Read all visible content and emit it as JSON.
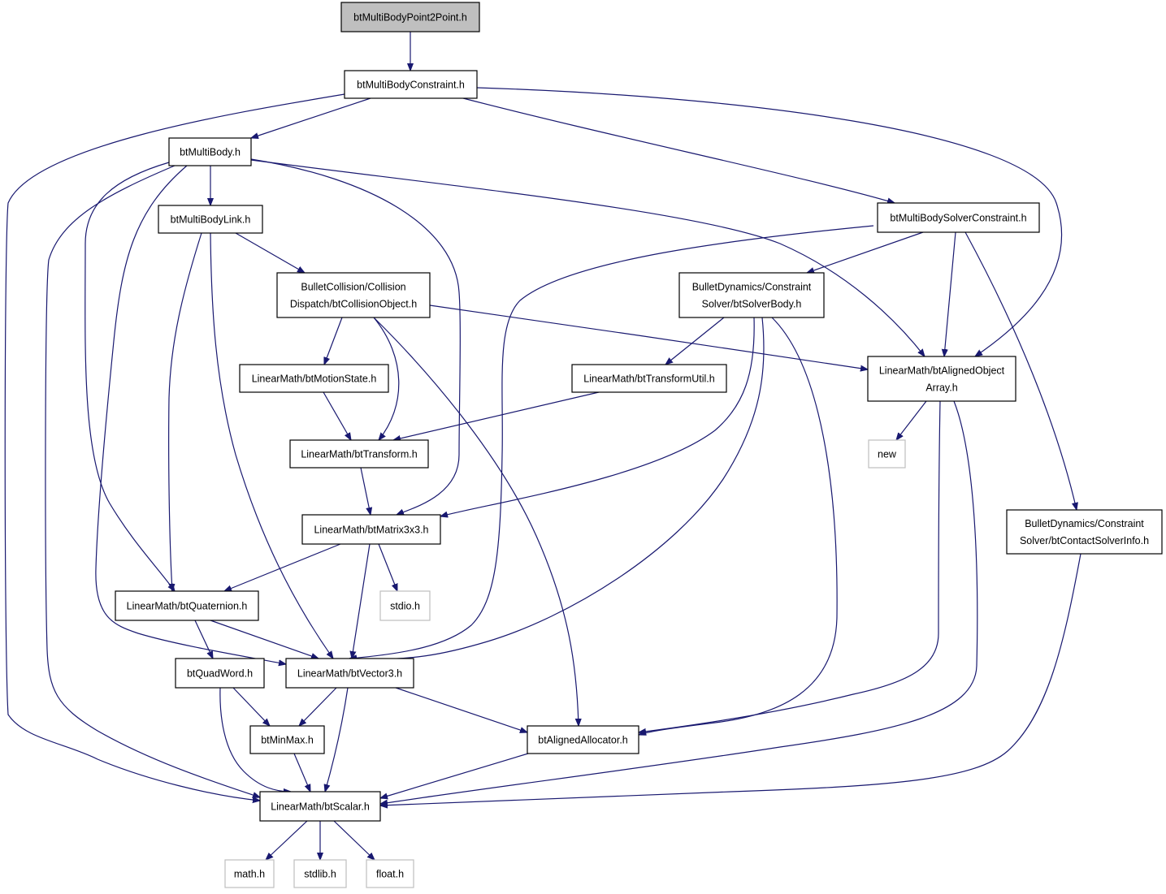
{
  "diagram": {
    "nodes": [
      {
        "id": "root",
        "lines": [
          "btMultiBodyPoint2Point.h"
        ],
        "kind": "root"
      },
      {
        "id": "constraint",
        "lines": [
          "btMultiBodyConstraint.h"
        ],
        "kind": "normal"
      },
      {
        "id": "multibody",
        "lines": [
          "btMultiBody.h"
        ],
        "kind": "normal"
      },
      {
        "id": "solverconstraint",
        "lines": [
          "btMultiBodySolverConstraint.h"
        ],
        "kind": "normal"
      },
      {
        "id": "link",
        "lines": [
          "btMultiBodyLink.h"
        ],
        "kind": "normal"
      },
      {
        "id": "collisionobject",
        "lines": [
          "BulletCollision/Collision",
          "Dispatch/btCollisionObject.h"
        ],
        "kind": "normal"
      },
      {
        "id": "solverbody",
        "lines": [
          "BulletDynamics/Constraint",
          "Solver/btSolverBody.h"
        ],
        "kind": "normal"
      },
      {
        "id": "alignedarray",
        "lines": [
          "LinearMath/btAlignedObject",
          "Array.h"
        ],
        "kind": "normal"
      },
      {
        "id": "motionstate",
        "lines": [
          "LinearMath/btMotionState.h"
        ],
        "kind": "normal"
      },
      {
        "id": "transformutil",
        "lines": [
          "LinearMath/btTransformUtil.h"
        ],
        "kind": "normal"
      },
      {
        "id": "new",
        "lines": [
          "new"
        ],
        "kind": "ext"
      },
      {
        "id": "transform",
        "lines": [
          "LinearMath/btTransform.h"
        ],
        "kind": "normal"
      },
      {
        "id": "contactsolverinfo",
        "lines": [
          "BulletDynamics/Constraint",
          "Solver/btContactSolverInfo.h"
        ],
        "kind": "normal"
      },
      {
        "id": "matrix3x3",
        "lines": [
          "LinearMath/btMatrix3x3.h"
        ],
        "kind": "normal"
      },
      {
        "id": "quaternion",
        "lines": [
          "LinearMath/btQuaternion.h"
        ],
        "kind": "normal"
      },
      {
        "id": "stdio",
        "lines": [
          "stdio.h"
        ],
        "kind": "ext"
      },
      {
        "id": "quadword",
        "lines": [
          "btQuadWord.h"
        ],
        "kind": "normal"
      },
      {
        "id": "vector3",
        "lines": [
          "LinearMath/btVector3.h"
        ],
        "kind": "normal"
      },
      {
        "id": "minmax",
        "lines": [
          "btMinMax.h"
        ],
        "kind": "normal"
      },
      {
        "id": "alignedallocator",
        "lines": [
          "btAlignedAllocator.h"
        ],
        "kind": "normal"
      },
      {
        "id": "scalar",
        "lines": [
          "LinearMath/btScalar.h"
        ],
        "kind": "normal"
      },
      {
        "id": "math",
        "lines": [
          "math.h"
        ],
        "kind": "ext"
      },
      {
        "id": "stdlib",
        "lines": [
          "stdlib.h"
        ],
        "kind": "ext"
      },
      {
        "id": "float",
        "lines": [
          "float.h"
        ],
        "kind": "ext"
      }
    ],
    "edges": [
      {
        "from": "root",
        "to": "constraint"
      },
      {
        "from": "constraint",
        "to": "multibody"
      },
      {
        "from": "constraint",
        "to": "solverconstraint"
      },
      {
        "from": "constraint",
        "to": "alignedarray"
      },
      {
        "from": "constraint",
        "to": "scalar"
      },
      {
        "from": "multibody",
        "to": "link"
      },
      {
        "from": "multibody",
        "to": "alignedarray"
      },
      {
        "from": "multibody",
        "to": "matrix3x3"
      },
      {
        "from": "multibody",
        "to": "quaternion"
      },
      {
        "from": "multibody",
        "to": "vector3"
      },
      {
        "from": "multibody",
        "to": "scalar"
      },
      {
        "from": "link",
        "to": "collisionobject"
      },
      {
        "from": "link",
        "to": "quaternion"
      },
      {
        "from": "link",
        "to": "vector3"
      },
      {
        "from": "solverconstraint",
        "to": "solverbody"
      },
      {
        "from": "solverconstraint",
        "to": "alignedarray"
      },
      {
        "from": "solverconstraint",
        "to": "contactsolverinfo"
      },
      {
        "from": "solverconstraint",
        "to": "vector3"
      },
      {
        "from": "collisionobject",
        "to": "motionstate"
      },
      {
        "from": "collisionobject",
        "to": "transform"
      },
      {
        "from": "collisionobject",
        "to": "alignedarray"
      },
      {
        "from": "collisionobject",
        "to": "alignedallocator"
      },
      {
        "from": "solverbody",
        "to": "transformutil"
      },
      {
        "from": "solverbody",
        "to": "matrix3x3"
      },
      {
        "from": "solverbody",
        "to": "vector3"
      },
      {
        "from": "solverbody",
        "to": "alignedallocator"
      },
      {
        "from": "motionstate",
        "to": "transform"
      },
      {
        "from": "transformutil",
        "to": "transform"
      },
      {
        "from": "transform",
        "to": "matrix3x3"
      },
      {
        "from": "alignedarray",
        "to": "new"
      },
      {
        "from": "alignedarray",
        "to": "alignedallocator"
      },
      {
        "from": "alignedarray",
        "to": "scalar"
      },
      {
        "from": "matrix3x3",
        "to": "quaternion"
      },
      {
        "from": "matrix3x3",
        "to": "stdio"
      },
      {
        "from": "matrix3x3",
        "to": "vector3"
      },
      {
        "from": "contactsolverinfo",
        "to": "scalar"
      },
      {
        "from": "quaternion",
        "to": "quadword"
      },
      {
        "from": "quaternion",
        "to": "vector3"
      },
      {
        "from": "quadword",
        "to": "minmax"
      },
      {
        "from": "quadword",
        "to": "scalar"
      },
      {
        "from": "vector3",
        "to": "minmax"
      },
      {
        "from": "vector3",
        "to": "scalar"
      },
      {
        "from": "vector3",
        "to": "alignedallocator"
      },
      {
        "from": "minmax",
        "to": "scalar"
      },
      {
        "from": "alignedallocator",
        "to": "scalar"
      },
      {
        "from": "scalar",
        "to": "math"
      },
      {
        "from": "scalar",
        "to": "stdlib"
      },
      {
        "from": "scalar",
        "to": "float"
      }
    ]
  },
  "colors": {
    "edge": "#191970",
    "root_fill": "#bfbfbf",
    "ext_border": "#bfbfbf",
    "node_border": "#000000"
  }
}
